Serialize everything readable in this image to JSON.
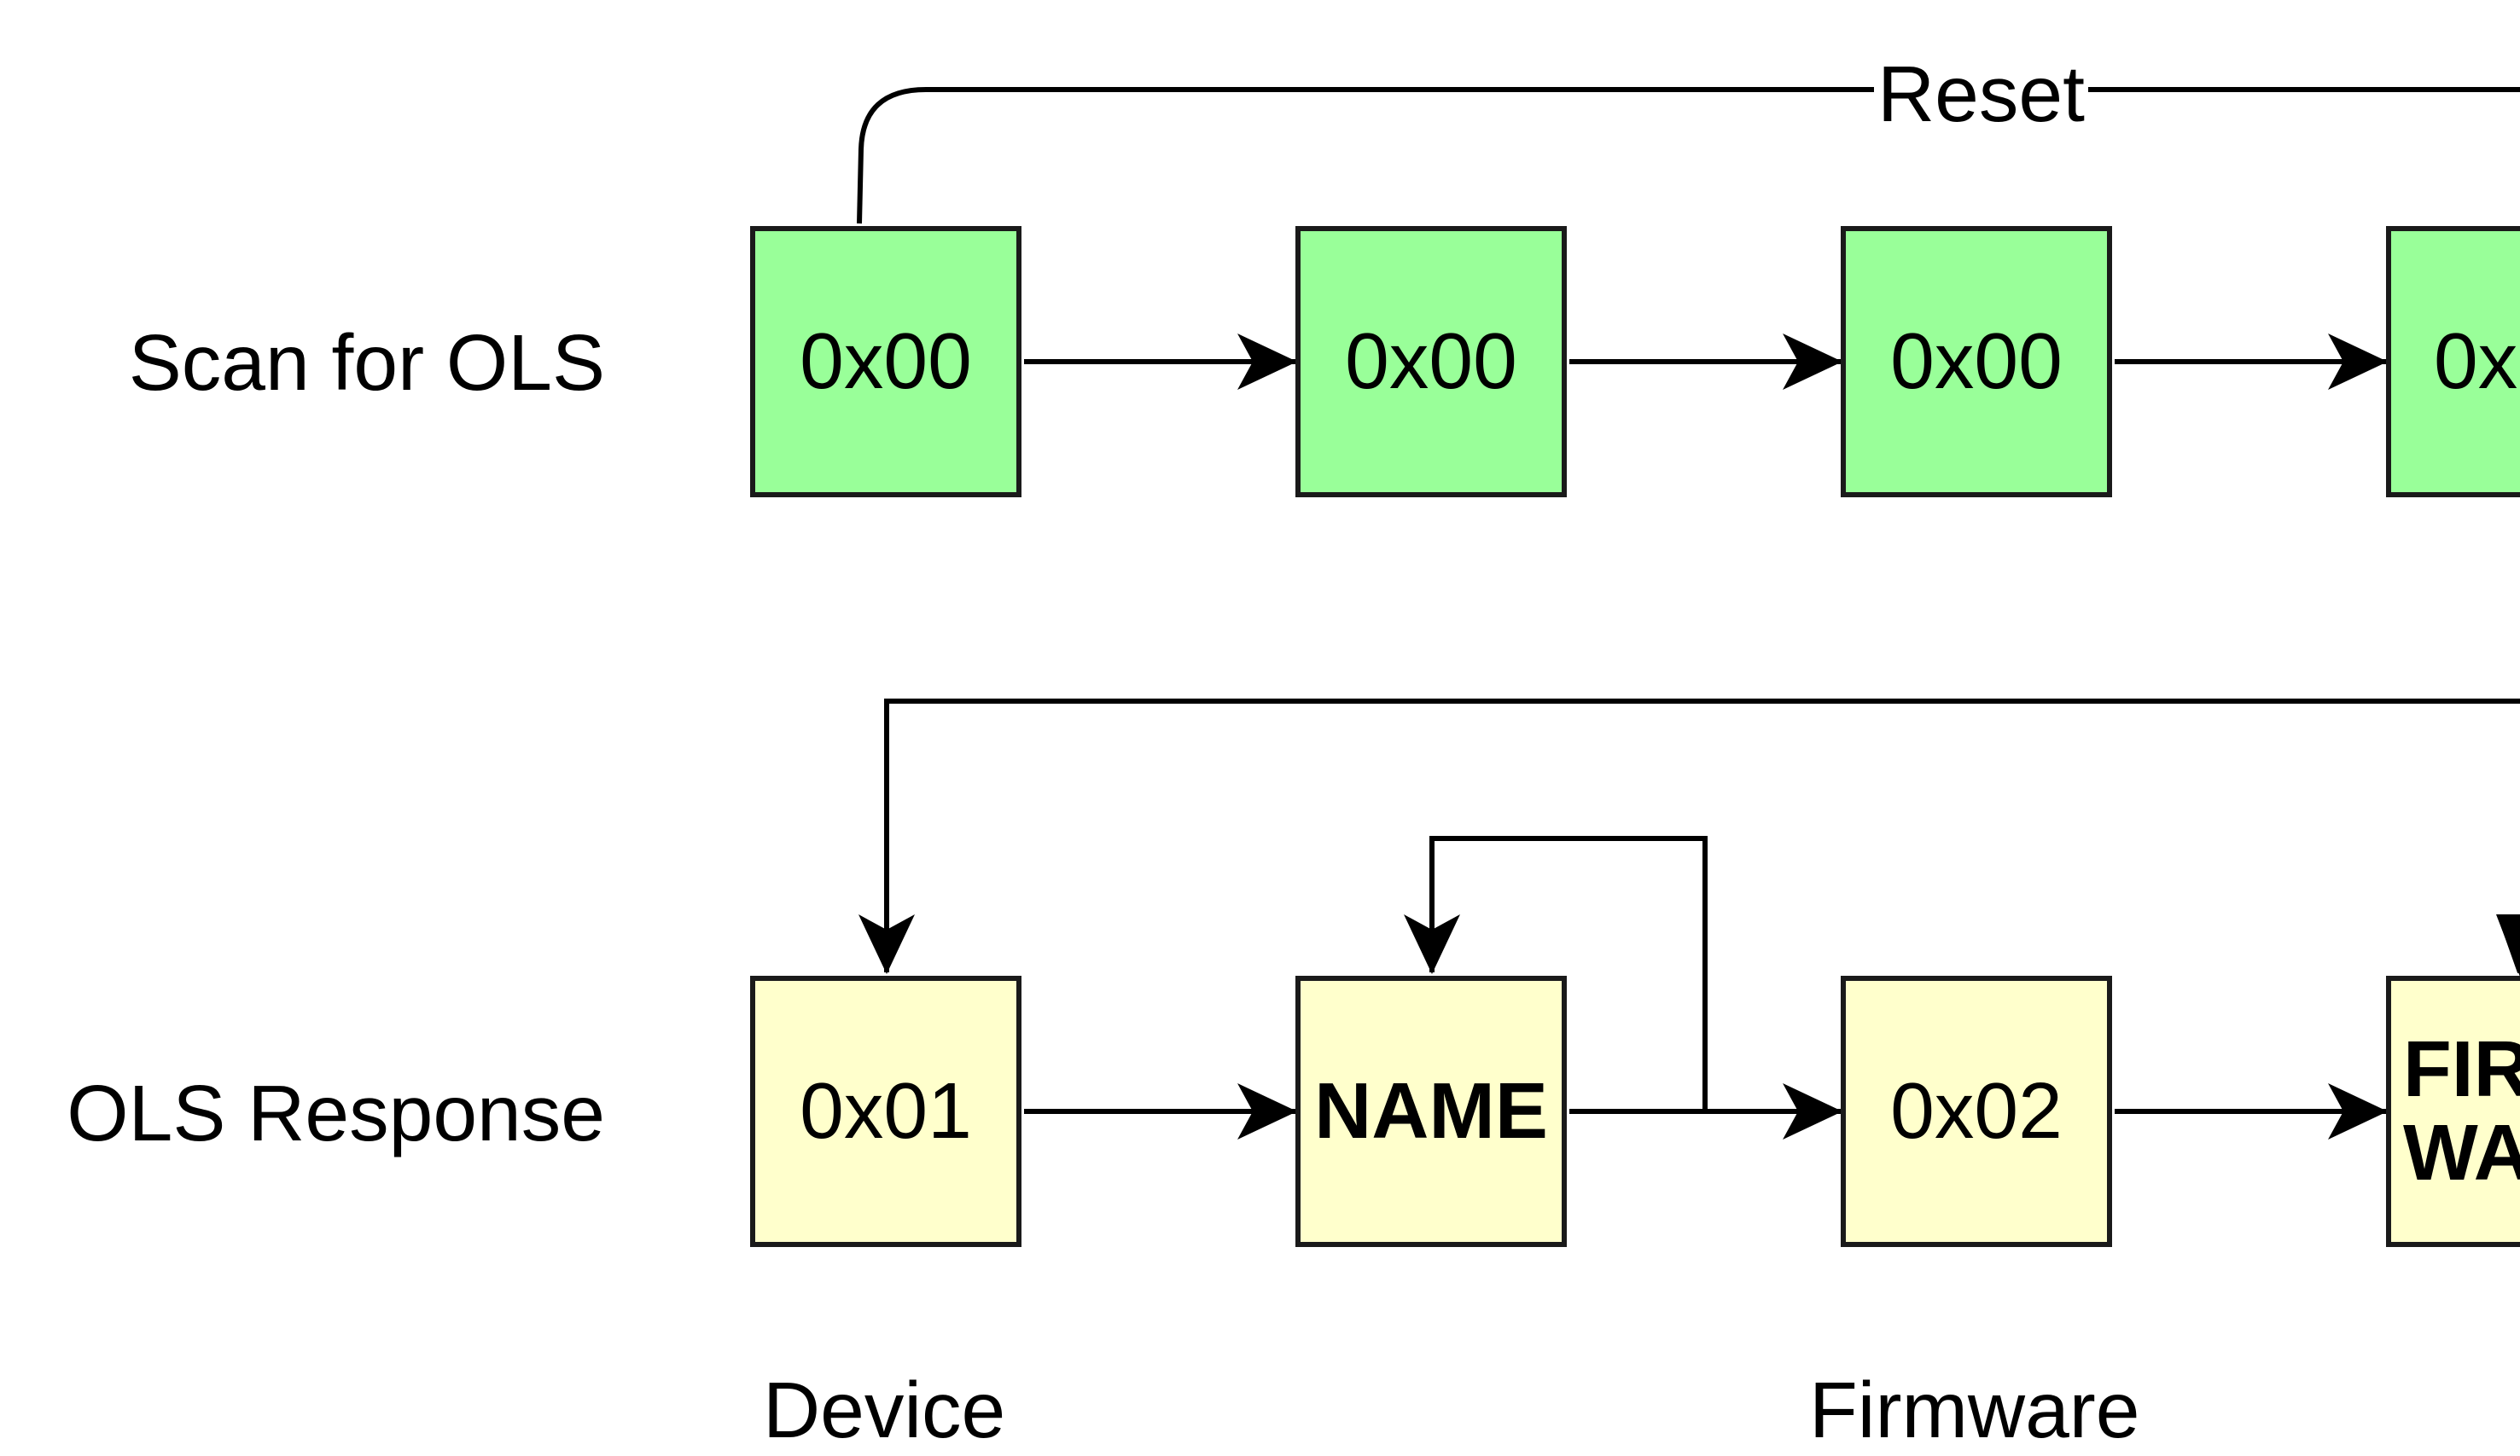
{
  "rows": {
    "scan": {
      "label": "Scan for OLS",
      "boxes": [
        "0x00",
        "0x00",
        "0x00",
        "0x"
      ]
    },
    "response": {
      "label": "OLS Response",
      "boxes": [
        "0x01",
        "NAME",
        "0x02",
        "FIR\nWA"
      ]
    }
  },
  "captions": {
    "device": "Device",
    "firmware": "Firmware"
  },
  "edges": {
    "reset_label": "Reset"
  },
  "colors": {
    "scan_fill": "#99ff99",
    "response_fill": "#ffffcc",
    "stroke": "#1a1a1a"
  }
}
